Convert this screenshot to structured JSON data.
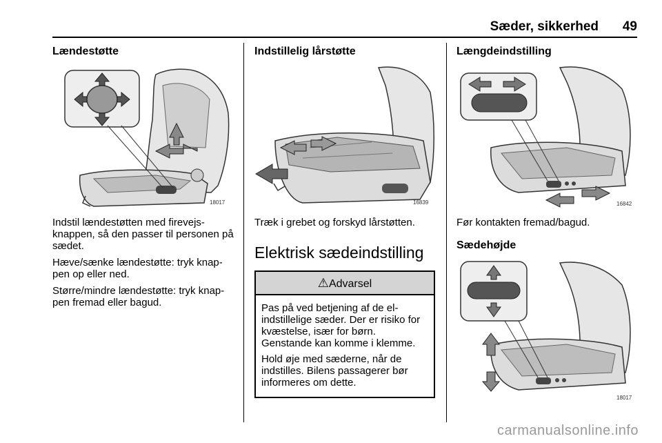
{
  "header": {
    "title": "Sæder, sikkerhed",
    "page_number": "49"
  },
  "col1": {
    "heading": "Lændestøtte",
    "figure_id": "18017",
    "paragraphs": [
      "Indstil lændestøtten med firevejs-knappen, så den passer til personen på sædet.",
      "Hæve/sænke lændestøtte: tryk knap-pen op eller ned.",
      "Større/mindre lændestøtte: tryk knap-pen fremad eller bagud."
    ]
  },
  "col2": {
    "heading": "Indstillelig lårstøtte",
    "figure_id": "16839",
    "paragraph": "Træk i grebet og forskyd lårstøtten.",
    "big_heading": "Elektrisk sædeindstilling",
    "warning": {
      "icon": "warning-triangle-icon",
      "title": "Advarsel",
      "paragraphs": [
        "Pas på ved betjening af de el-indstillelige sæder. Der er risiko for kvæstelse, især for børn. Genstande kan komme i klemme.",
        "Hold øje med sæderne, når de indstilles. Bilens passagerer bør informeres om dette."
      ]
    }
  },
  "col3": {
    "heading": "Længdeindstilling",
    "figure_id": "16842",
    "paragraph": "Før kontakten fremad/bagud.",
    "subheading": "Sædehøjde",
    "figure2_id": "18017"
  },
  "footer": {
    "watermark": "carmanualsonline.info"
  }
}
